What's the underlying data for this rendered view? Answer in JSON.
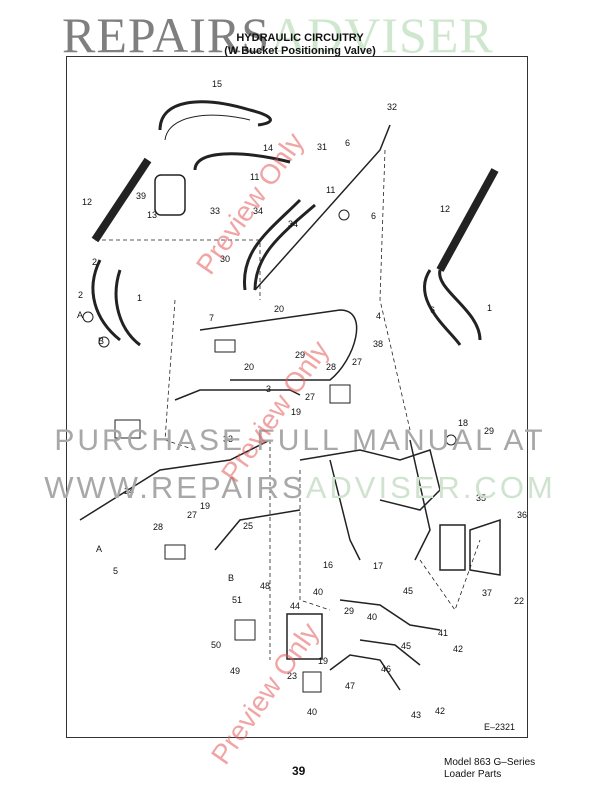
{
  "watermark": {
    "brand_part1": "REPAIRS",
    "brand_part2": "ADVISER",
    "line1": "PURCHASE FULL MANUAL AT",
    "line2_part1": "WWW.REPAIRS",
    "line2_part2": "ADVISER.COM",
    "preview": "Preview Only"
  },
  "header": {
    "title": "HYDRAULIC CIRCUITRY",
    "subtitle": "(W Bucket Positioning Valve)"
  },
  "diagram": {
    "drawing_code": "E–2321",
    "callouts": [
      "15",
      "32",
      "14",
      "31",
      "6",
      "11",
      "12",
      "13",
      "33",
      "34",
      "6",
      "11",
      "34",
      "30",
      "12",
      "2",
      "1",
      "A",
      "B",
      "20",
      "7",
      "4",
      "29",
      "20",
      "38",
      "27",
      "3",
      "28",
      "27",
      "19",
      "33",
      "18",
      "29",
      "24",
      "28",
      "27",
      "19",
      "25",
      "A",
      "B",
      "5",
      "35",
      "36",
      "16",
      "17",
      "45",
      "37",
      "22",
      "48",
      "51",
      "44",
      "40",
      "29",
      "40",
      "50",
      "41",
      "42",
      "45",
      "19",
      "49",
      "23",
      "46",
      "47",
      "40",
      "43",
      "42",
      "39",
      "2",
      "1",
      "6"
    ]
  },
  "footer": {
    "page_number": "39",
    "model_line1": "Model 863 G–Series",
    "model_line2": "Loader Parts"
  }
}
